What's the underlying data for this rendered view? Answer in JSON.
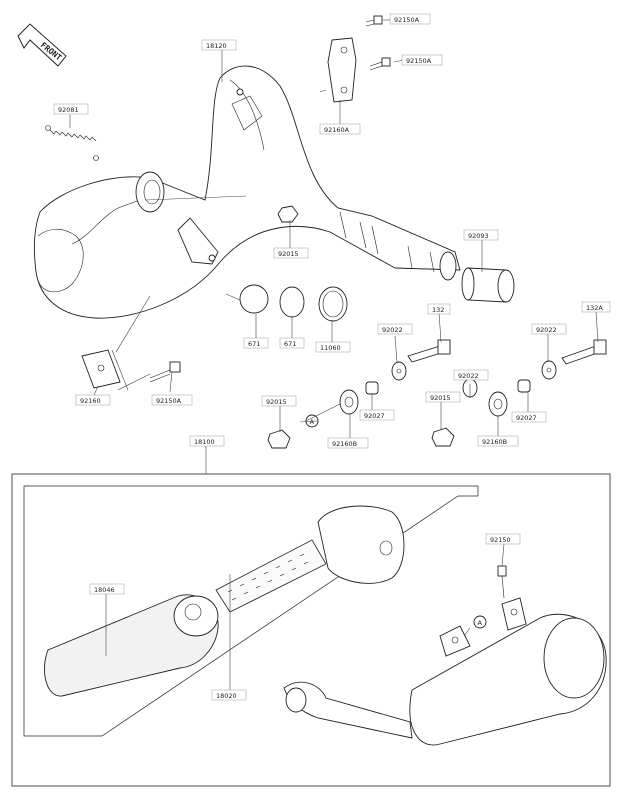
{
  "front_marker": "FRONT",
  "callout_letter": "A",
  "labels": {
    "p92150A_top": "92150A",
    "p92150A_mid": "92150A",
    "p18120": "18120",
    "p92081": "92081",
    "p92160A": "92160A",
    "p92015_top": "92015",
    "p92093": "92093",
    "p671_a": "671",
    "p671_b": "671",
    "p11060": "11060",
    "p92022_a": "92022",
    "p132": "132",
    "p92022_b": "92022",
    "p132A": "132A",
    "p92160": "92160",
    "p92150A_low": "92150A",
    "p92015_left": "92015",
    "p92027_a": "92027",
    "p92160B_a": "92160B",
    "p92015_right": "92015",
    "p92022_c": "92022",
    "p92027_b": "92027",
    "p92160B_b": "92160B",
    "p18100": "18100",
    "p92150": "92150",
    "p18046": "18046",
    "p18020": "18020"
  }
}
